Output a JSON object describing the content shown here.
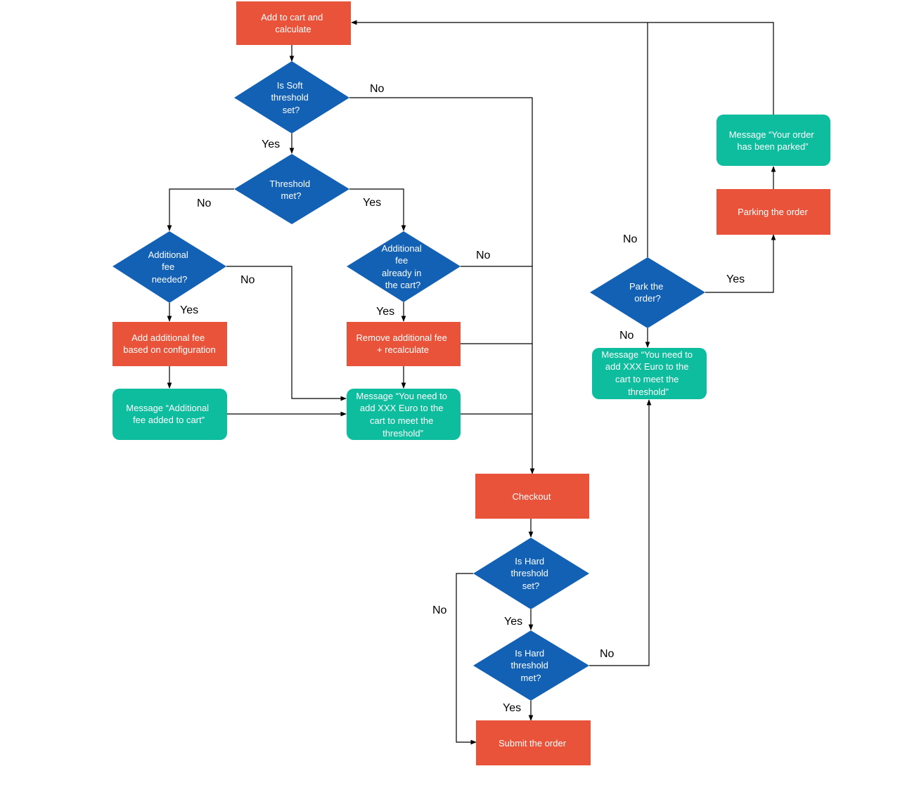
{
  "colors": {
    "process": "#E8533A",
    "decision": "#1261B4",
    "message": "#0DBD9E",
    "line": "#000000",
    "text": "#FFFFFF"
  },
  "nodes": {
    "add_to_cart": {
      "shape": "process",
      "lines": [
        "Add to cart and",
        "calculate"
      ]
    },
    "soft_set": {
      "shape": "decision",
      "lines": [
        "Is Soft",
        "threshold",
        "set?"
      ]
    },
    "threshold_met": {
      "shape": "decision",
      "lines": [
        "Threshold",
        "met?"
      ]
    },
    "fee_needed": {
      "shape": "decision",
      "lines": [
        "Additional",
        "fee",
        "needed?"
      ]
    },
    "fee_in_cart": {
      "shape": "decision",
      "lines": [
        "Additional",
        "fee",
        "already in",
        "the cart?"
      ]
    },
    "add_fee": {
      "shape": "process",
      "lines": [
        "Add additional fee",
        "based on configuration"
      ]
    },
    "remove_fee": {
      "shape": "process",
      "lines": [
        "Remove additional fee",
        "+ recalculate"
      ]
    },
    "msg_fee_added": {
      "shape": "message",
      "lines": [
        "Message “Additional",
        "fee added to cart”"
      ]
    },
    "msg_need_1": {
      "shape": "message",
      "lines": [
        "Message “You need to",
        "add XXX Euro to the",
        "cart to meet the",
        "threshold”"
      ]
    },
    "checkout": {
      "shape": "process",
      "lines": [
        "Checkout"
      ]
    },
    "hard_set": {
      "shape": "decision",
      "lines": [
        "Is Hard",
        "threshold",
        "set?"
      ]
    },
    "hard_met": {
      "shape": "decision",
      "lines": [
        "Is Hard",
        "threshold",
        "met?"
      ]
    },
    "submit": {
      "shape": "process",
      "lines": [
        "Submit the order"
      ]
    },
    "park": {
      "shape": "decision",
      "lines": [
        "Park the",
        "order?"
      ]
    },
    "msg_need_2": {
      "shape": "message",
      "lines": [
        "Message “You need to",
        "add XXX Euro to the",
        "cart to meet the",
        "threshold”"
      ]
    },
    "parking": {
      "shape": "process",
      "lines": [
        "Parking the order"
      ]
    },
    "msg_parked": {
      "shape": "message",
      "lines": [
        "Message “Your order",
        "has been parked”"
      ]
    }
  },
  "edge_labels": {
    "soft_no": "No",
    "soft_yes": "Yes",
    "met_no": "No",
    "met_yes": "Yes",
    "fee_needed_no": "No",
    "fee_needed_yes": "Yes",
    "fee_in_cart_no": "No",
    "fee_in_cart_yes": "Yes",
    "hard_set_no": "No",
    "hard_set_yes": "Yes",
    "hard_met_no": "No",
    "hard_met_yes": "Yes",
    "park_no_up": "No",
    "park_no_down": "No",
    "park_yes": "Yes"
  }
}
